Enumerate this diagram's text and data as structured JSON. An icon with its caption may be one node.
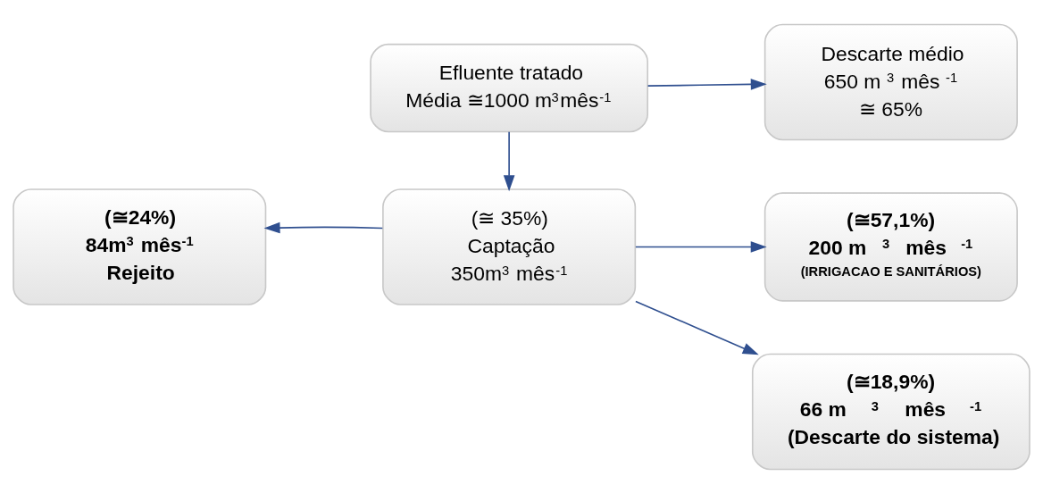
{
  "diagram": {
    "nodes": [
      {
        "text": [
          "Efluente tratado",
          "Média ≅1000 m$^{3}$mês$^{-1}$"
        ]
      },
      {
        "text": [
          "Descarte médio",
          "650 m$^{3}$mês$^{-1}$",
          "≅ 65%"
        ]
      },
      {
        "text": [
          "(≅ 35%)",
          "Captação",
          "350m$^{3}$ mês$^{-1}$"
        ]
      },
      {
        "text": [
          "(≅24%)",
          "84m$^{3}$ mês$^{-1}$",
          "Rejeito"
        ]
      },
      {
        "text": [
          "(≅57,1%)",
          "200 m$^{3}$mês$^{-1}$",
          "(IRRIGACAO E SANITÁRIOS)"
        ]
      },
      {
        "text": [
          "(≅18,9%)",
          "66 m$^{3}$mês$^{-1}$",
          "(Descarte do sistema)"
        ]
      }
    ],
    "edges": [
      {
        "from": 0,
        "to": 1,
        "arrow": "to"
      },
      {
        "from": 0,
        "to": 2,
        "arrow": "to"
      },
      {
        "from": 2,
        "to": 3,
        "arrow": "to"
      },
      {
        "from": 2,
        "to": 4,
        "arrow": "to"
      },
      {
        "from": 2,
        "to": 5,
        "arrow": "to"
      }
    ]
  }
}
